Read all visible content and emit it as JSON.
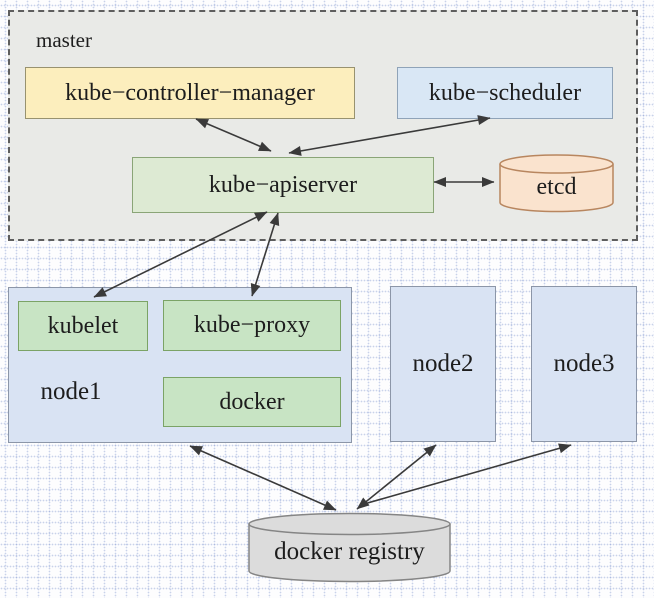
{
  "diagram": {
    "type": "architecture-diagram",
    "subject": "Kubernetes cluster components",
    "groups": {
      "master": {
        "label": "master"
      },
      "node1": {
        "label": "node1"
      }
    },
    "nodes": {
      "controller_manager": {
        "label": "kube−controller−manager",
        "shape": "rect",
        "fill": "#fceebd"
      },
      "scheduler": {
        "label": "kube−scheduler",
        "shape": "rect",
        "fill": "#d9e7f5"
      },
      "apiserver": {
        "label": "kube−apiserver",
        "shape": "rect",
        "fill": "#ddead3"
      },
      "etcd": {
        "label": "etcd",
        "shape": "cylinder",
        "fill": "#fae3ce"
      },
      "kubelet": {
        "label": "kubelet",
        "shape": "rect",
        "fill": "#c8e4c4"
      },
      "kube_proxy": {
        "label": "kube−proxy",
        "shape": "rect",
        "fill": "#c8e4c4"
      },
      "docker": {
        "label": "docker",
        "shape": "rect",
        "fill": "#c8e4c4"
      },
      "node2": {
        "label": "node2",
        "shape": "rect",
        "fill": "#d9e3f3"
      },
      "node3": {
        "label": "node3",
        "shape": "rect",
        "fill": "#d9e3f3"
      },
      "registry": {
        "label": "docker registry",
        "shape": "cylinder",
        "fill": "#dcdcdc"
      }
    },
    "edges": [
      {
        "from": "kube−controller−manager",
        "to": "kube−apiserver",
        "bidirectional": true
      },
      {
        "from": "kube−apiserver",
        "to": "kube−scheduler",
        "bidirectional": true
      },
      {
        "from": "kube−apiserver",
        "to": "etcd",
        "bidirectional": true
      },
      {
        "from": "kube−apiserver",
        "to": "kubelet",
        "bidirectional": true
      },
      {
        "from": "kube−apiserver",
        "to": "kube−proxy",
        "bidirectional": true
      },
      {
        "from": "node1",
        "to": "docker registry",
        "bidirectional": true
      },
      {
        "from": "docker registry",
        "to": "node2",
        "bidirectional": true
      },
      {
        "from": "docker registry",
        "to": "node3",
        "bidirectional": false
      }
    ],
    "colors": {
      "master_fill": "#e9eae7",
      "yellow_fill": "#fceebd",
      "blue_fill": "#d9e7f5",
      "green_light_fill": "#ddead3",
      "green_fill": "#c8e4c4",
      "node_fill": "#d9e3f3",
      "etcd_fill": "#fae3ce",
      "registry_fill": "#dcdcdc",
      "arrow_color": "#3a3a3a"
    }
  }
}
